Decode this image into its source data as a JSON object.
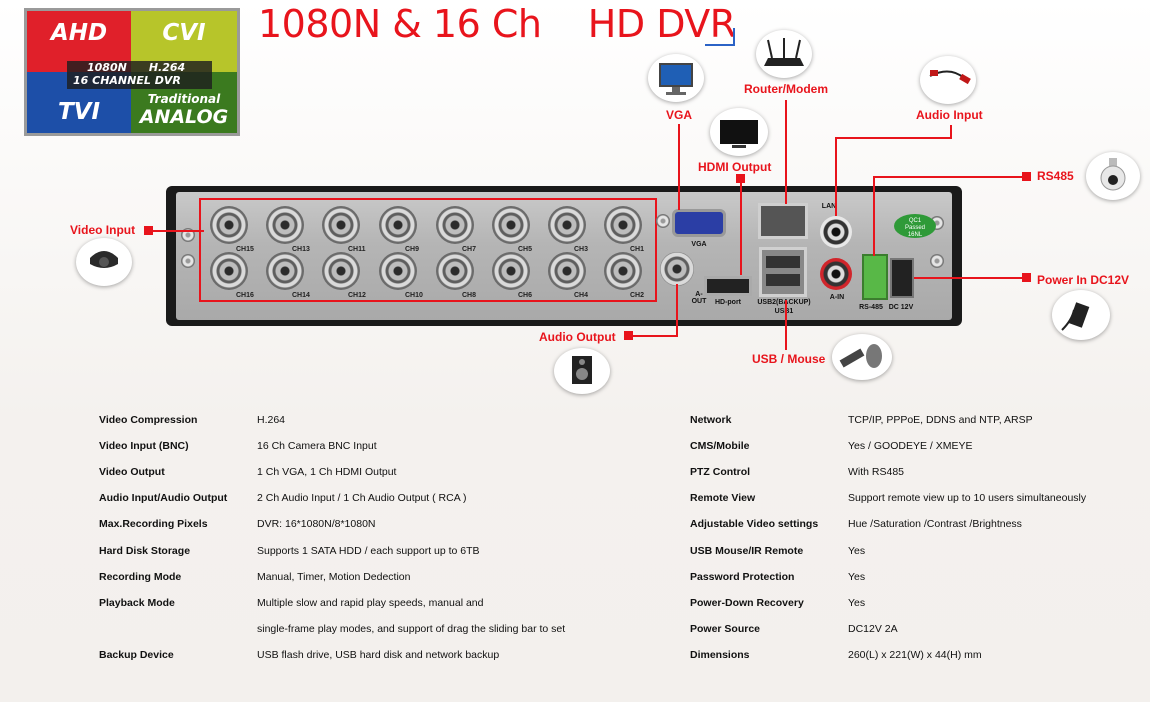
{
  "logo": {
    "ahd": "AHD",
    "cvi": "CVI",
    "band_line1_a": "1080N",
    "band_line1_b": "H.264",
    "band_line2": "16 CHANNEL DVR",
    "tvi": "TVI",
    "traditional": "Traditional",
    "analog": "ANALOG"
  },
  "title": "1080N & 16 Ch    HD DVR",
  "callouts": {
    "video_input": "Video Input",
    "vga": "VGA",
    "router": "Router/Modem",
    "hdmi": "HDMI Output",
    "audio_input": "Audio Input",
    "rs485": "RS485",
    "power": "Power In DC12V",
    "audio_output": "Audio Output",
    "usb_mouse": "USB / Mouse"
  },
  "panel": {
    "channels_top": [
      "CH15",
      "CH13",
      "CH11",
      "CH9",
      "CH7",
      "CH5",
      "CH3",
      "CH1"
    ],
    "channels_bottom": [
      "CH16",
      "CH14",
      "CH12",
      "CH10",
      "CH8",
      "CH6",
      "CH4",
      "CH2"
    ],
    "vga_label": "VGA",
    "aout_label": "A-OUT",
    "hdport_label": "HD-port",
    "lan_label": "LAN",
    "usb_label_1": "USB2(BACKUP)",
    "usb_label_2": "USB1",
    "ain_label": "A-IN",
    "rs485_label": "RS-485",
    "dc_label": "DC 12V",
    "qc_line1": "QC1",
    "qc_line2": "Passed",
    "qc_line3": "16NL"
  },
  "specs_left": [
    {
      "k": "Video Compression",
      "v": "H.264"
    },
    {
      "k": "Video Input (BNC)",
      "v": "16 Ch Camera BNC Input"
    },
    {
      "k": "Video Output",
      "v": "1 Ch VGA, 1 Ch HDMI Output"
    },
    {
      "k": "Audio Input/Audio Output",
      "v": "2 Ch Audio Input / 1 Ch Audio Output ( RCA )"
    },
    {
      "k": "Max.Recording Pixels",
      "v": "DVR: 16*1080N/8*1080N"
    },
    {
      "k": "Hard Disk Storage",
      "v": "Supports 1 SATA HDD / each support up to 6TB"
    },
    {
      "k": "Recording Mode",
      "v": "Manual, Timer, Motion Dedection"
    },
    {
      "k": "Playback Mode",
      "v": "Multiple slow and rapid play speeds, manual and"
    },
    {
      "k": "",
      "v": "single-frame play modes, and support of drag the sliding bar to set"
    },
    {
      "k": "Backup Device",
      "v": "USB flash drive, USB hard disk and network backup"
    }
  ],
  "specs_right": [
    {
      "k": "Network",
      "v": "TCP/IP, PPPoE, DDNS and NTP, ARSP"
    },
    {
      "k": "CMS/Mobile",
      "v": "Yes / GOODEYE / XMEYE"
    },
    {
      "k": "PTZ Control",
      "v": "With RS485"
    },
    {
      "k": "Remote View",
      "v": "Support remote view up to 10 users simultaneously"
    },
    {
      "k": "Adjustable Video settings",
      "v": "Hue /Saturation /Contrast /Brightness"
    },
    {
      "k": "USB Mouse/IR Remote",
      "v": "Yes"
    },
    {
      "k": "Password Protection",
      "v": "Yes"
    },
    {
      "k": "Power-Down Recovery",
      "v": "Yes"
    },
    {
      "k": "Power Source",
      "v": "DC12V 2A"
    },
    {
      "k": "Dimensions",
      "v": "260(L) x 221(W) x 44(H) mm"
    }
  ],
  "icons": {
    "camera_dome": "dome-camera-icon",
    "monitor_vga": "monitor-icon",
    "router": "router-icon",
    "hdmi_monitor": "hdmi-monitor-icon",
    "audio_cable": "audio-cable-icon",
    "ptz_camera": "ptz-camera-icon",
    "power_adapter": "power-adapter-icon",
    "speaker": "speaker-icon",
    "usb_mouse": "usb-mouse-icon"
  },
  "colors": {
    "accent": "#e8141c",
    "ahd": "#e0202a",
    "cvi": "#b7c52a",
    "tvi": "#1d4fa8",
    "analog": "#3b7a1f"
  }
}
